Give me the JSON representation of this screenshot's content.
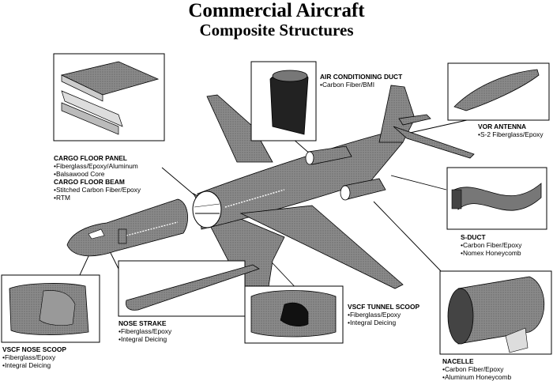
{
  "title": "Commercial Aircraft",
  "subtitle": "Composite Structures",
  "callouts": {
    "cargo_floor_panel": {
      "name": "CARGO FLOOR PANEL",
      "items": [
        "Fiberglass/Epoxy/Aluminum",
        "Balsawood Core"
      ]
    },
    "cargo_floor_beam": {
      "name": "CARGO FLOOR BEAM",
      "items": [
        "Stitched Carbon Fiber/Epoxy",
        "RTM"
      ]
    },
    "air_conditioning_duct": {
      "name": "AIR CONDITIONING DUCT",
      "items": [
        "Carbon Fiber/BMI"
      ]
    },
    "vor_antenna": {
      "name": "VOR ANTENNA",
      "items": [
        "S-2 Fiberglass/Epoxy"
      ]
    },
    "s_duct": {
      "name": "S-DUCT",
      "items": [
        "Carbon Fiber/Epoxy",
        "Nomex Honeycomb"
      ]
    },
    "vscf_tunnel_scoop": {
      "name": "VSCF TUNNEL SCOOP",
      "items": [
        "Fiberglass/Epoxy",
        "Integral Deicing"
      ]
    },
    "nose_strake": {
      "name": "NOSE STRAKE",
      "items": [
        "Fiberglass/Epoxy",
        "Integral Deicing"
      ]
    },
    "vscf_nose_scoop": {
      "name": "VSCF NOSE SCOOP",
      "items": [
        "Fiberglass/Epoxy",
        "Integral Deicing"
      ]
    },
    "nacelle": {
      "name": "NACELLE",
      "items": [
        "Carbon Fiber/Epoxy",
        "Aluminum Honeycomb"
      ]
    }
  }
}
